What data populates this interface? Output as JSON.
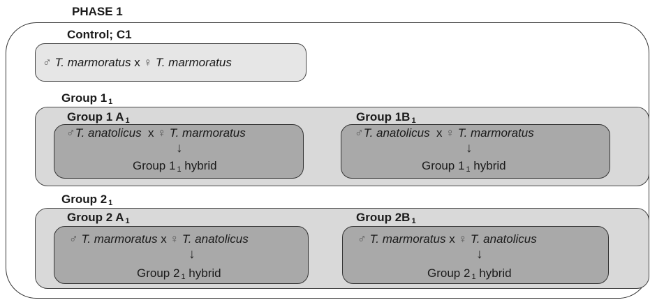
{
  "phase_title": "PHASE 1",
  "control": {
    "label": "Control; C1",
    "cross": {
      "male_symbol": "♂",
      "male": "T. marmoratus",
      "x": "x",
      "female_symbol": "♀",
      "female": "T. marmoratus"
    }
  },
  "group1": {
    "label": "Group 1",
    "label_sub": "1",
    "a": {
      "label": "Group 1 A",
      "label_sub": "1",
      "cross": {
        "male_symbol": "♂",
        "male": "T. anatolicus",
        "x": "x",
        "female_symbol": "♀",
        "female": "T. marmoratus"
      },
      "arrow": "↓",
      "hybrid": {
        "prefix": "Group 1",
        "sub": "1",
        "suffix": " hybrid"
      }
    },
    "b": {
      "label": "Group 1B",
      "label_sub": "1",
      "cross": {
        "male_symbol": "♂",
        "male": "T. anatolicus",
        "x": "x",
        "female_symbol": "♀",
        "female": "T. marmoratus"
      },
      "arrow": "↓",
      "hybrid": {
        "prefix": "Group 1",
        "sub": "1",
        "suffix": " hybrid"
      }
    }
  },
  "group2": {
    "label": "Group 2",
    "label_sub": "1",
    "a": {
      "label": "Group 2 A",
      "label_sub": "1",
      "cross": {
        "male_symbol": "♂",
        "male": "T. marmoratus",
        "x": "x",
        "female_symbol": "♀",
        "female": "T. anatolicus"
      },
      "arrow": "↓",
      "hybrid": {
        "prefix": "Group 2",
        "sub": "1",
        "suffix": " hybrid"
      }
    },
    "b": {
      "label": "Group 2B",
      "label_sub": "1",
      "cross": {
        "male_symbol": "♂",
        "male": "T. marmoratus",
        "x": "x",
        "female_symbol": "♀",
        "female": "T. anatolicus"
      },
      "arrow": "↓",
      "hybrid": {
        "prefix": "Group 2",
        "sub": "1",
        "suffix": " hybrid"
      }
    }
  }
}
